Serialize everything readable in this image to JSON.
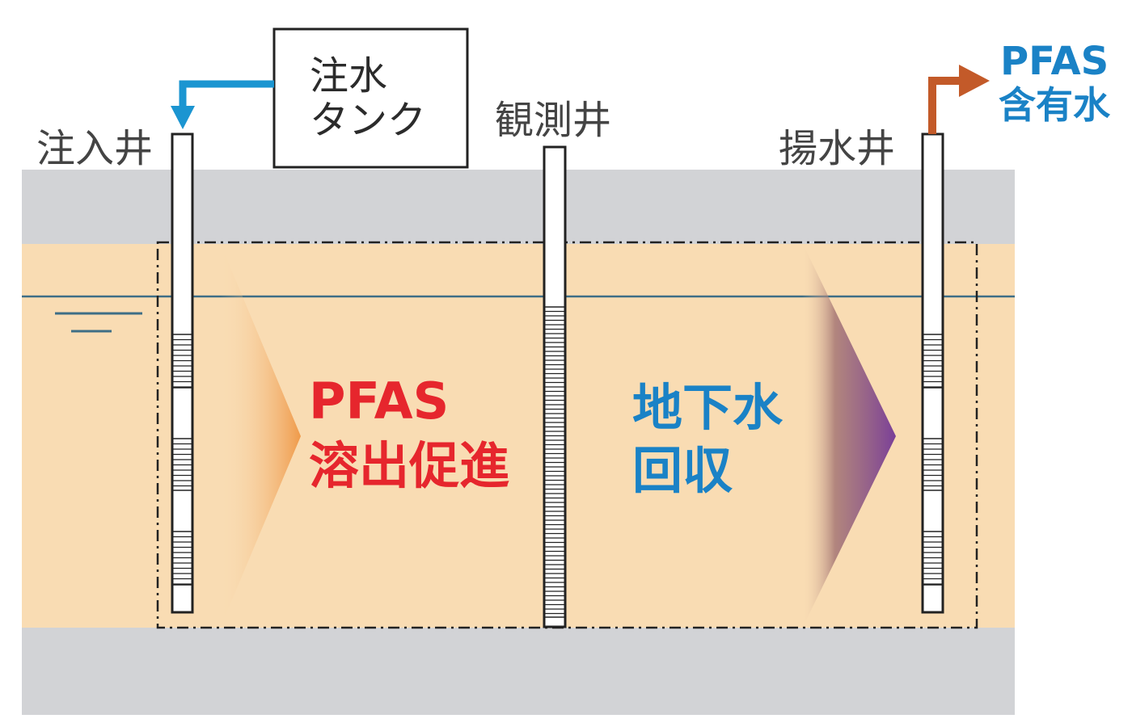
{
  "wells": {
    "injection": "注入井",
    "observation": "観測井",
    "extraction": "揚水井"
  },
  "tank": {
    "line1": "注水",
    "line2": "タンク"
  },
  "output": {
    "line1": "PFAS",
    "line2": "含有水"
  },
  "leaching": {
    "line1": "PFAS",
    "line2": "溶出促進"
  },
  "recovery": {
    "line1": "地下水",
    "line2": "回収"
  },
  "colors": {
    "ground": "#d2d3d6",
    "aquifer": "#f9dcb3",
    "water_table": "#3e6e86",
    "leaching_text": "#e6262d",
    "recovery_text": "#1a82c6",
    "inflow_arrow": "#1b95d1",
    "outflow_arrow": "#c35a29",
    "leaching_wedge": "#ef9a4a",
    "recovery_wedge": "#7a3f98"
  }
}
